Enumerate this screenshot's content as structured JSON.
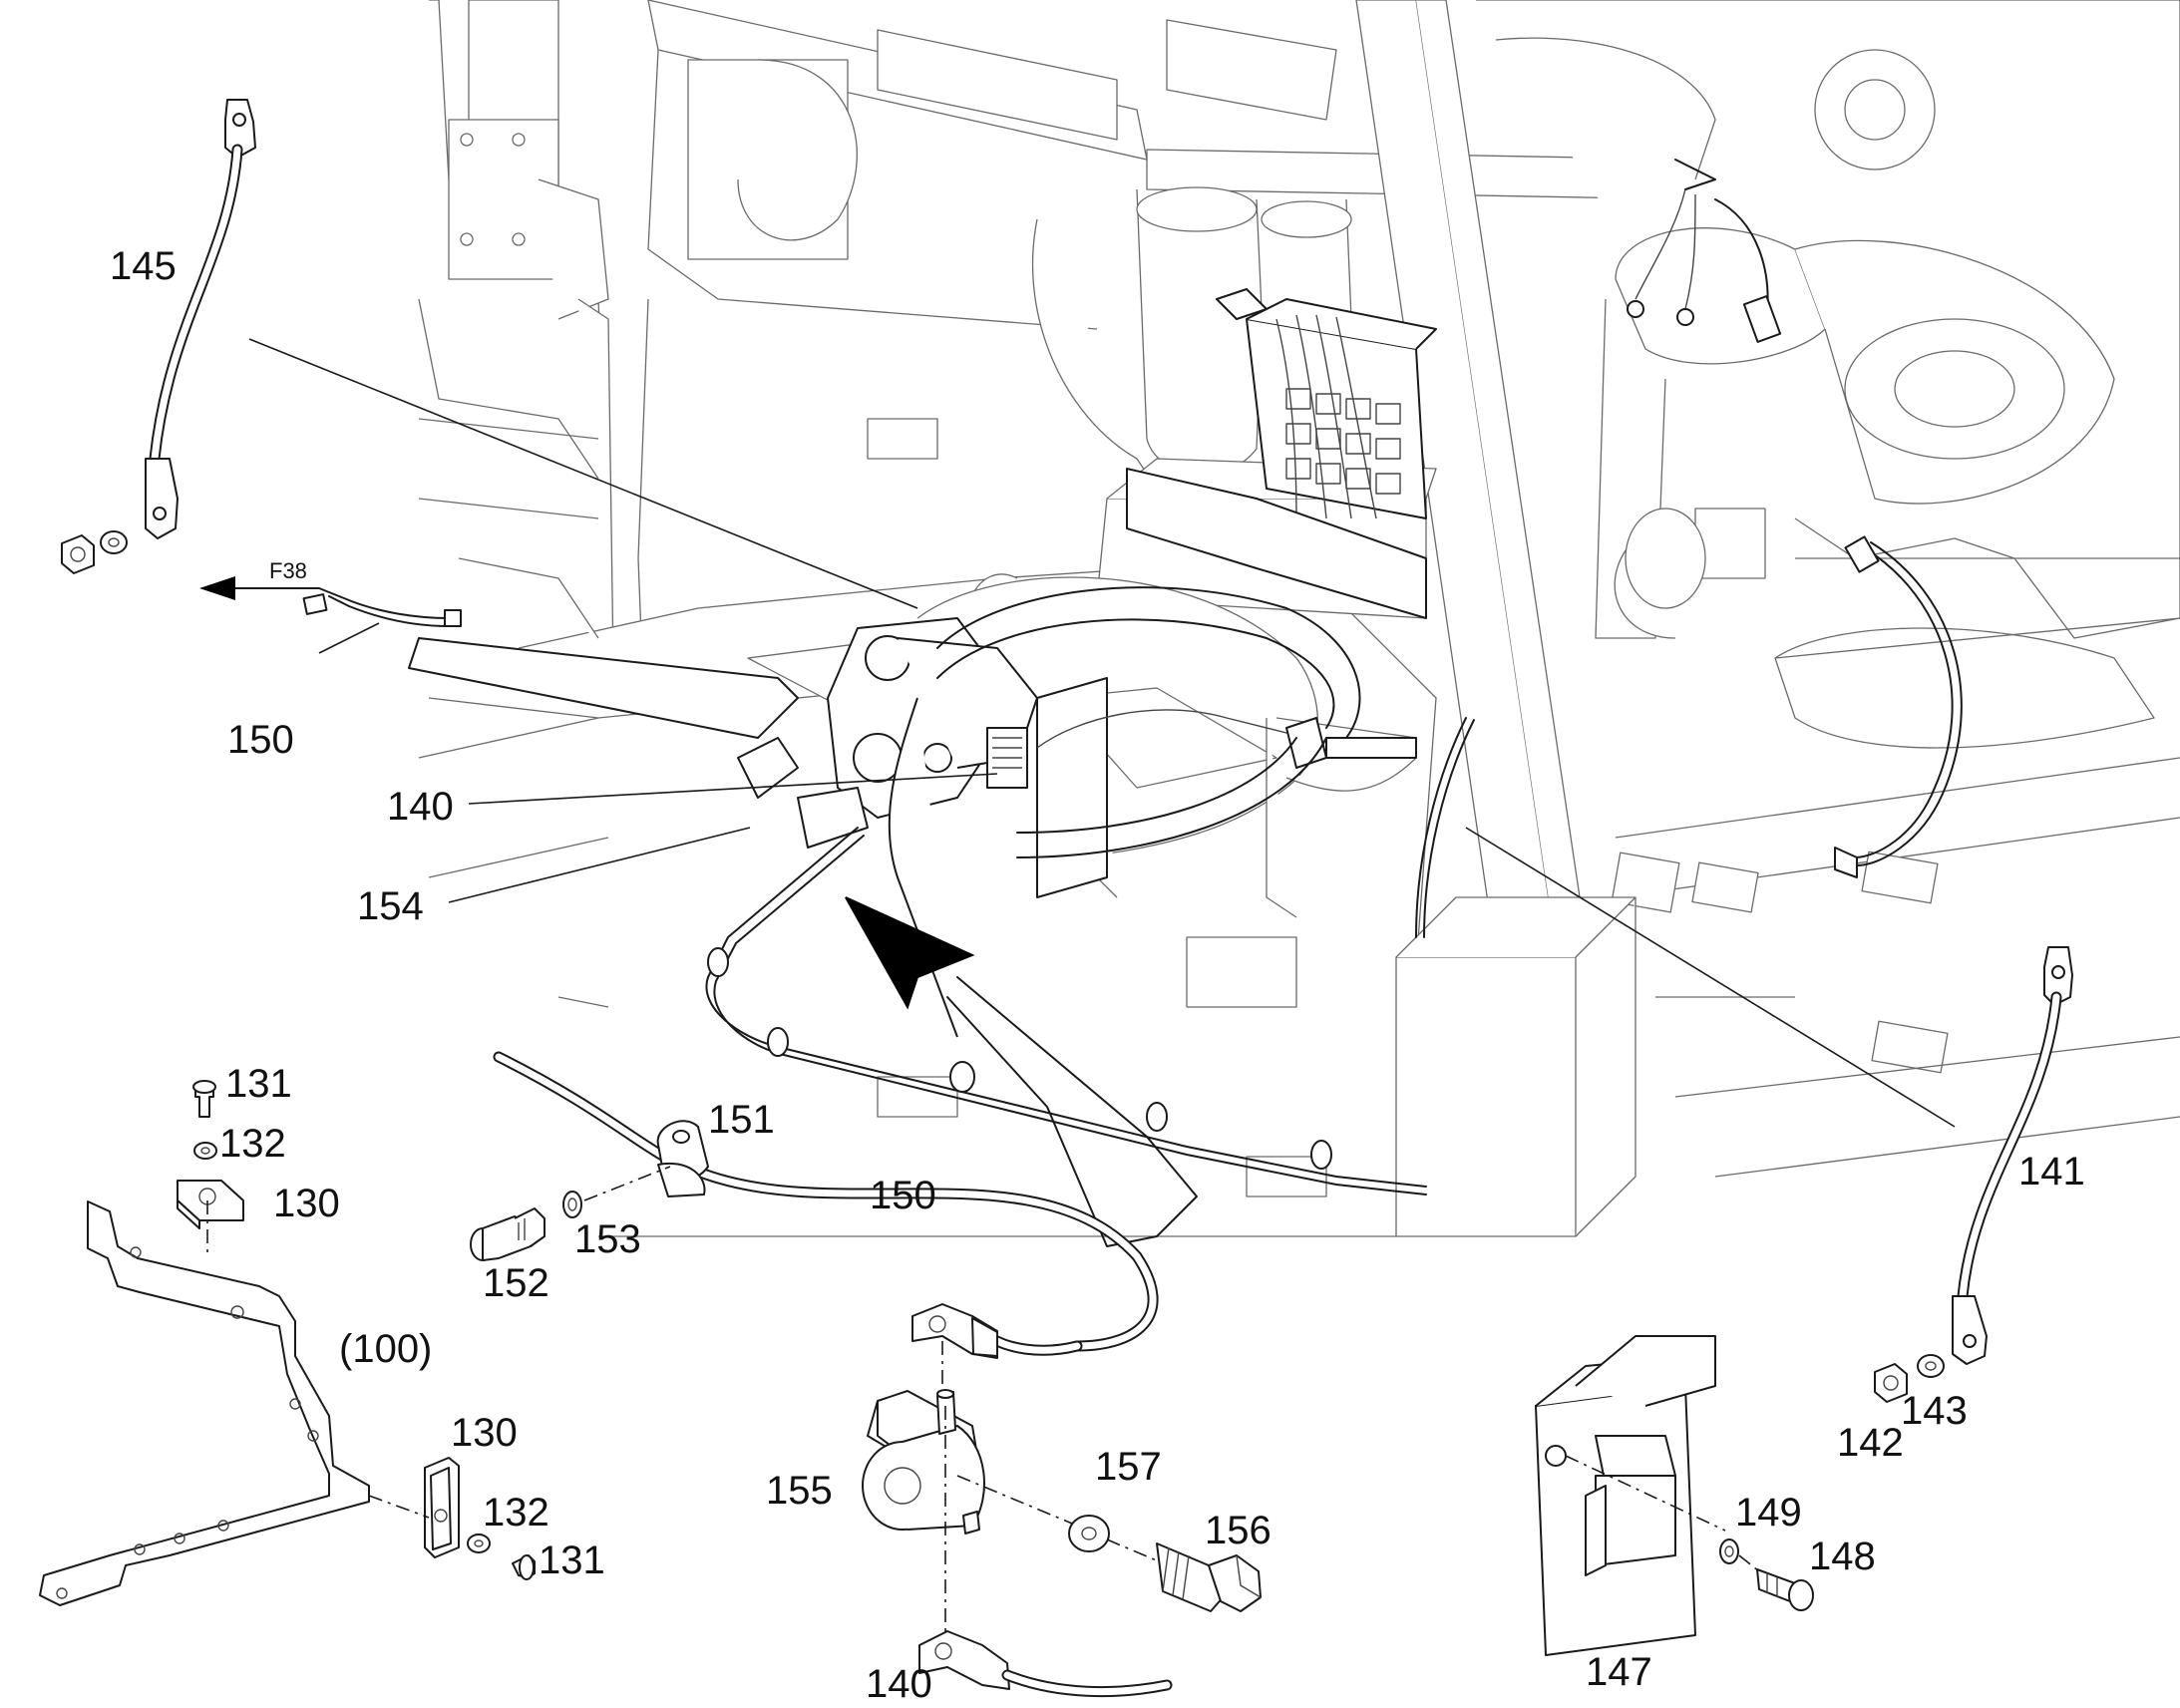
{
  "figure": {
    "callouts": {
      "c145": "145",
      "c150_top": "150",
      "c140_top": "140",
      "c154": "154",
      "c131_top": "131",
      "c132_top": "132",
      "c130_top": "130",
      "c100": "(100)",
      "c130_bottom": "130",
      "c132_bottom": "132",
      "c131_bottom": "131",
      "c152": "152",
      "c153": "153",
      "c151": "151",
      "c150_mid": "150",
      "c155": "155",
      "c157": "157",
      "c156": "156",
      "c140_bottom": "140",
      "c147": "147",
      "c149": "149",
      "c148": "148",
      "c141": "141",
      "c142": "142",
      "c143": "143"
    },
    "direction_arrow_label": "F38"
  }
}
